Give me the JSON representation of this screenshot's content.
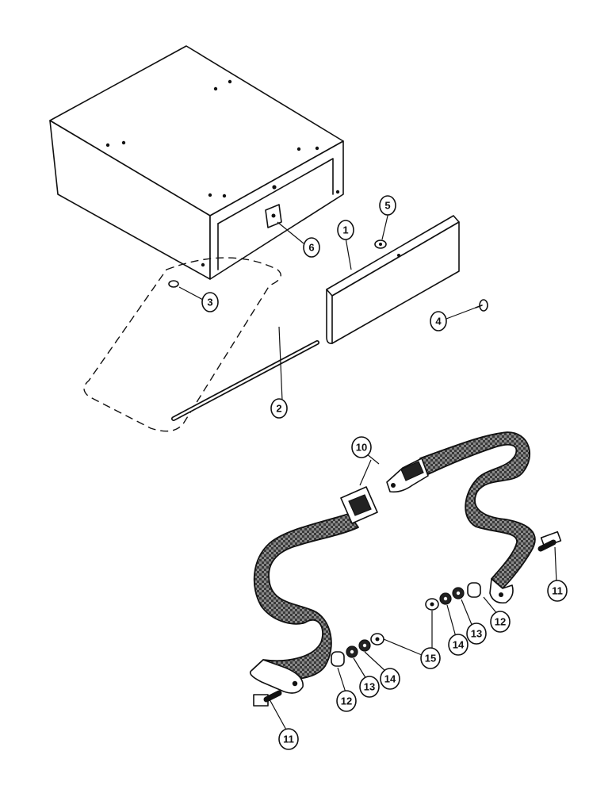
{
  "callouts": {
    "c1": "1",
    "c2": "2",
    "c3": "3",
    "c4": "4",
    "c5": "5",
    "c6": "6",
    "c10": "10",
    "c11a": "11",
    "c11b": "11",
    "c12a": "12",
    "c12b": "12",
    "c13a": "13",
    "c13b": "13",
    "c14a": "14",
    "c14b": "14",
    "c15": "15"
  }
}
